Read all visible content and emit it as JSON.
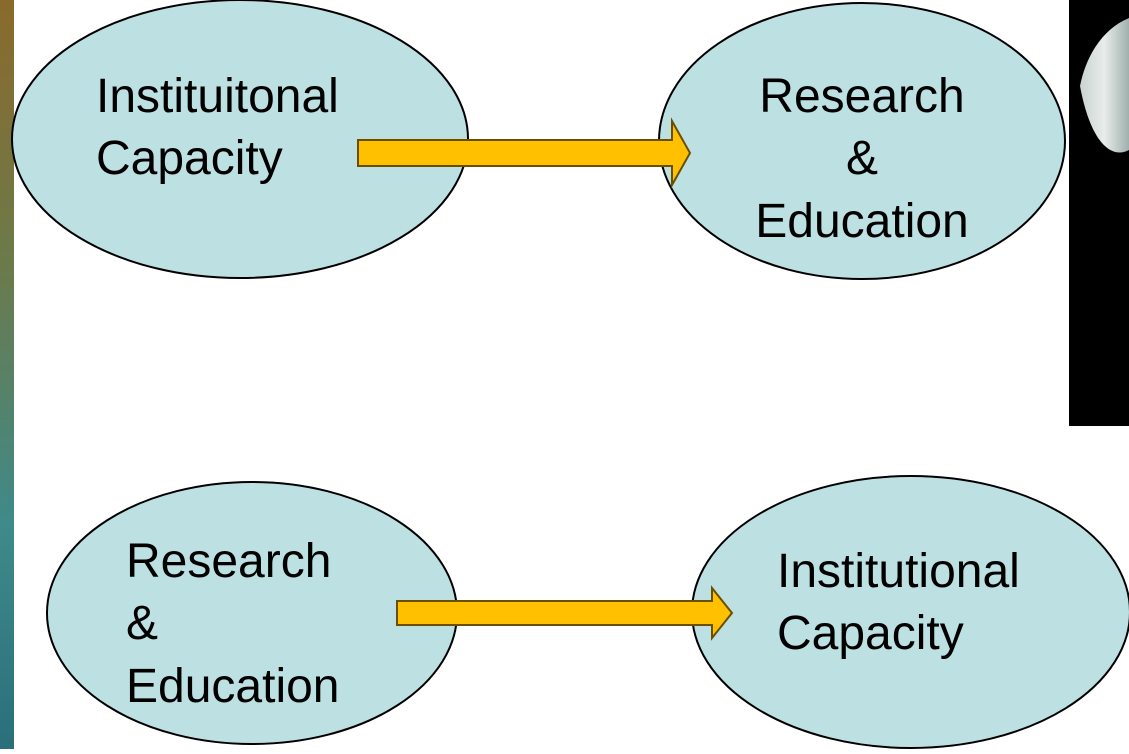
{
  "colors": {
    "ellipse_fill": "#bde0e3",
    "ellipse_stroke": "#000000",
    "arrow_fill": "#ffc000",
    "arrow_stroke": "#7a5a00",
    "photo_background": "#000000",
    "left_strip": "#5b8a6a"
  },
  "diagram": {
    "top": {
      "source": {
        "lines": [
          "Instituitonal",
          "Capacity"
        ]
      },
      "target": {
        "lines": [
          "Research",
          "&",
          "Education"
        ]
      }
    },
    "bottom": {
      "source": {
        "lines": [
          "Research",
          "&",
          "Education"
        ]
      },
      "target": {
        "lines": [
          "Institutional",
          "Capacity"
        ]
      }
    }
  }
}
